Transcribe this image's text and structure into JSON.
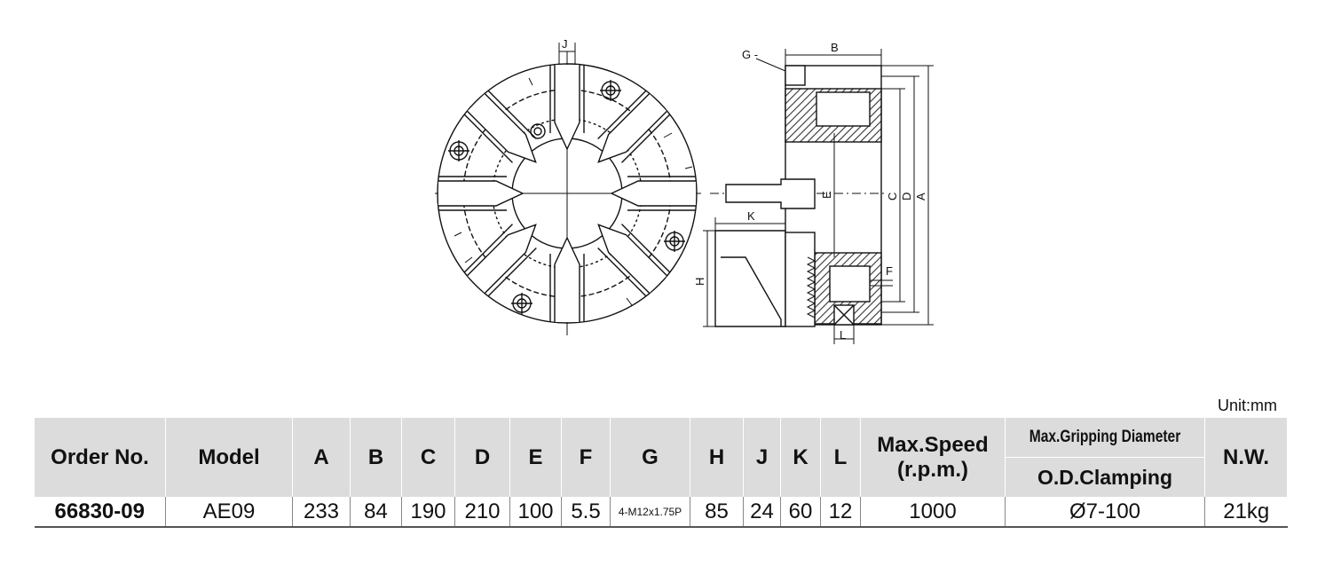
{
  "drawing": {
    "front_view_labels": {
      "j": "J"
    },
    "side_view_labels": {
      "g": "G -",
      "b": "B",
      "c": "C",
      "d": "D",
      "a": "A",
      "e": "E",
      "k": "K",
      "h": "H",
      "f": "F",
      "l": "L"
    }
  },
  "unit": "Unit:mm",
  "table": {
    "headers": {
      "order_no": "Order No.",
      "model": "Model",
      "a": "A",
      "b": "B",
      "c": "C",
      "d": "D",
      "e": "E",
      "f": "F",
      "g": "G",
      "h": "H",
      "j": "J",
      "k": "K",
      "l": "L",
      "max_speed_line1": "Max.Speed",
      "max_speed_line2": "(r.p.m.)",
      "max_grip": "Max.Gripping Diameter",
      "od_clamping": "O.D.Clamping",
      "nw": "N.W."
    },
    "row": {
      "order_no": "66830-09",
      "model": "AE09",
      "a": "233",
      "b": "84",
      "c": "190",
      "d": "210",
      "e": "100",
      "f": "5.5",
      "g": "4-M12x1.75P",
      "h": "85",
      "j": "24",
      "k": "60",
      "l": "12",
      "max_speed": "1000",
      "od_clamping": "Ø7-100",
      "nw": "21kg"
    }
  }
}
